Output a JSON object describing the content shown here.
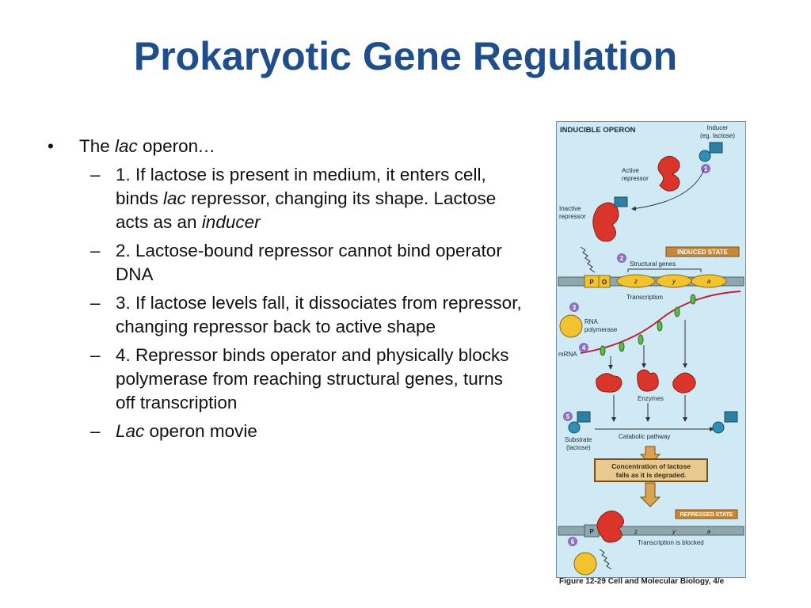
{
  "slide": {
    "title": "Prokaryotic Gene Regulation",
    "bullet": {
      "prefix": "The ",
      "italic": "lac",
      "suffix": " operon",
      "ellipsis": "…"
    },
    "subitems": [
      {
        "a": "1. If lactose is present in medium, it enters cell, binds ",
        "ai": "lac",
        "b": " repressor, changing its shape. Lactose acts as an ",
        "bi": "inducer"
      },
      {
        "a": "2. Lactose-bound repressor cannot bind operator DNA"
      },
      {
        "a": "3. If lactose levels fall, it dissociates from repressor, changing repressor back to active shape"
      },
      {
        "a": "4. Repressor binds operator and physically blocks polymerase from reaching structural genes, turns off transcription"
      },
      {
        "ai": "Lac",
        "b": " operon movie"
      }
    ]
  },
  "figure": {
    "heading": "INDUCIBLE OPERON",
    "inducer_label_1": "Inducer",
    "inducer_label_2": "(eg. lactose)",
    "active_repressor_1": "Active",
    "active_repressor_2": "repressor",
    "inactive_repressor_1": "Inactive",
    "inactive_repressor_2": "repressor",
    "induced_state": "INDUCED STATE",
    "structural_genes": "Structural genes",
    "gene_p": "P",
    "gene_o": "O",
    "gene_z": "z",
    "gene_y": "y",
    "gene_a": "a",
    "transcription": "Transcription",
    "rna_polymerase_1": "RNA",
    "rna_polymerase_2": "polymerase",
    "mrna": "mRNA",
    "enzymes": "Enzymes",
    "catabolic_pathway": "Catabolic pathway",
    "substrate_1": "Substrate",
    "substrate_2": "(lactose)",
    "concentration_1": "Concentration of lactose",
    "concentration_2": "falls as it is degraded.",
    "repressed_state": "REPRESSED STATE",
    "transcription_blocked": "Transcription is blocked",
    "step_1": "1",
    "step_2": "2",
    "step_3": "3",
    "step_4": "4",
    "step_5": "5",
    "step_6": "6",
    "caption": "Figure 12-29  Cell and Molecular Biology, 4/e"
  },
  "colors": {
    "title": "#1f4e8c",
    "figure_bg": "#cfeaf4",
    "repressor": "#d9352a",
    "dna": "#8fa6ad",
    "polymerase": "#f2c230",
    "label_box": "#c8883a",
    "step_badge": "#8e6fc0"
  }
}
